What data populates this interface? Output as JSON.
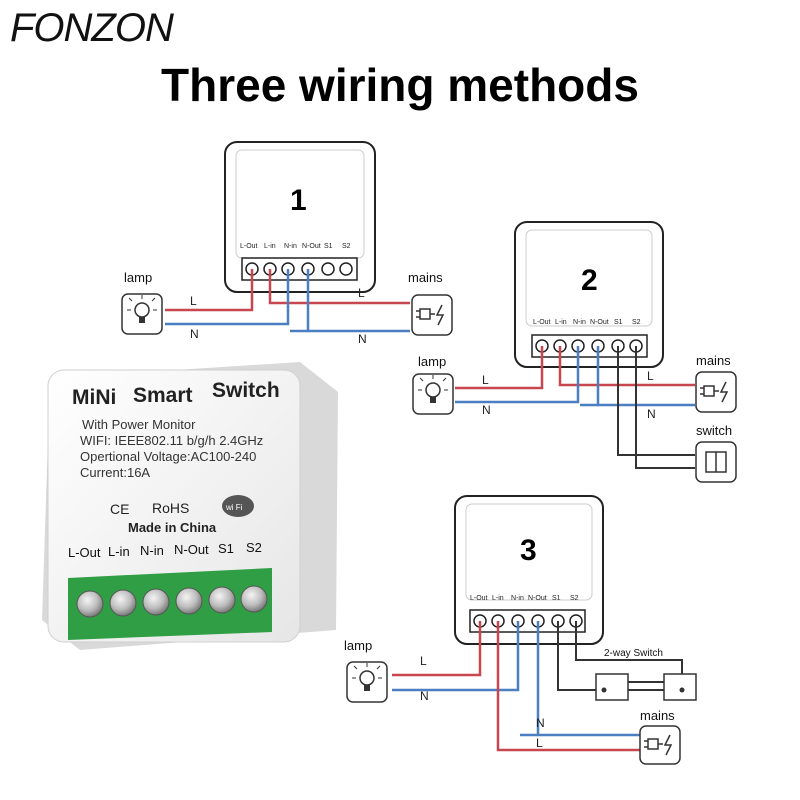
{
  "brand": "FONZON",
  "headline": "Three wiring methods",
  "product": {
    "title_words": [
      "MiNi",
      "Smart",
      "Switch"
    ],
    "spec_lines": [
      "With Power Monitor",
      "WIFI: IEEE802.11 b/g/h 2.4GHz",
      "Opertional Voltage:AC100-240",
      "Current:16A"
    ],
    "ce_mark": "CE",
    "rohs": "RoHS",
    "wifi_badge": "wi Fi",
    "made_in": "Made in China",
    "terminals": [
      "L-Out",
      "L-in",
      "N-in",
      "N-Out",
      "S1",
      "S2"
    ]
  },
  "diagrams": [
    {
      "number": "1",
      "terminals": [
        "L-Out",
        "L-in",
        "N-in",
        "N-Out",
        "S1",
        "S2"
      ],
      "lamp_label": "lamp",
      "mains_label": "mains",
      "wire_labels": [
        "L",
        "N",
        "L",
        "N"
      ]
    },
    {
      "number": "2",
      "terminals": [
        "L-Out",
        "L-in",
        "N-in",
        "N-Out",
        "S1",
        "S2"
      ],
      "lamp_label": "lamp",
      "mains_label": "mains",
      "switch_label": "switch",
      "wire_labels": [
        "L",
        "N",
        "L",
        "N"
      ]
    },
    {
      "number": "3",
      "terminals": [
        "L-Out",
        "L-in",
        "N-in",
        "N-Out",
        "S1",
        "S2"
      ],
      "lamp_label": "lamp",
      "mains_label": "mains",
      "switch_label": "2-way Switch",
      "wire_labels": [
        "L",
        "N",
        "N",
        "L"
      ]
    }
  ],
  "colors": {
    "live": "#c8464f",
    "neutral": "#4a7fc1",
    "switch_wire": "#333333",
    "terminal_green": "#2f9e44"
  },
  "icons": [
    "lamp-icon",
    "plug-icon",
    "switch-icon",
    "wifi-icon"
  ]
}
